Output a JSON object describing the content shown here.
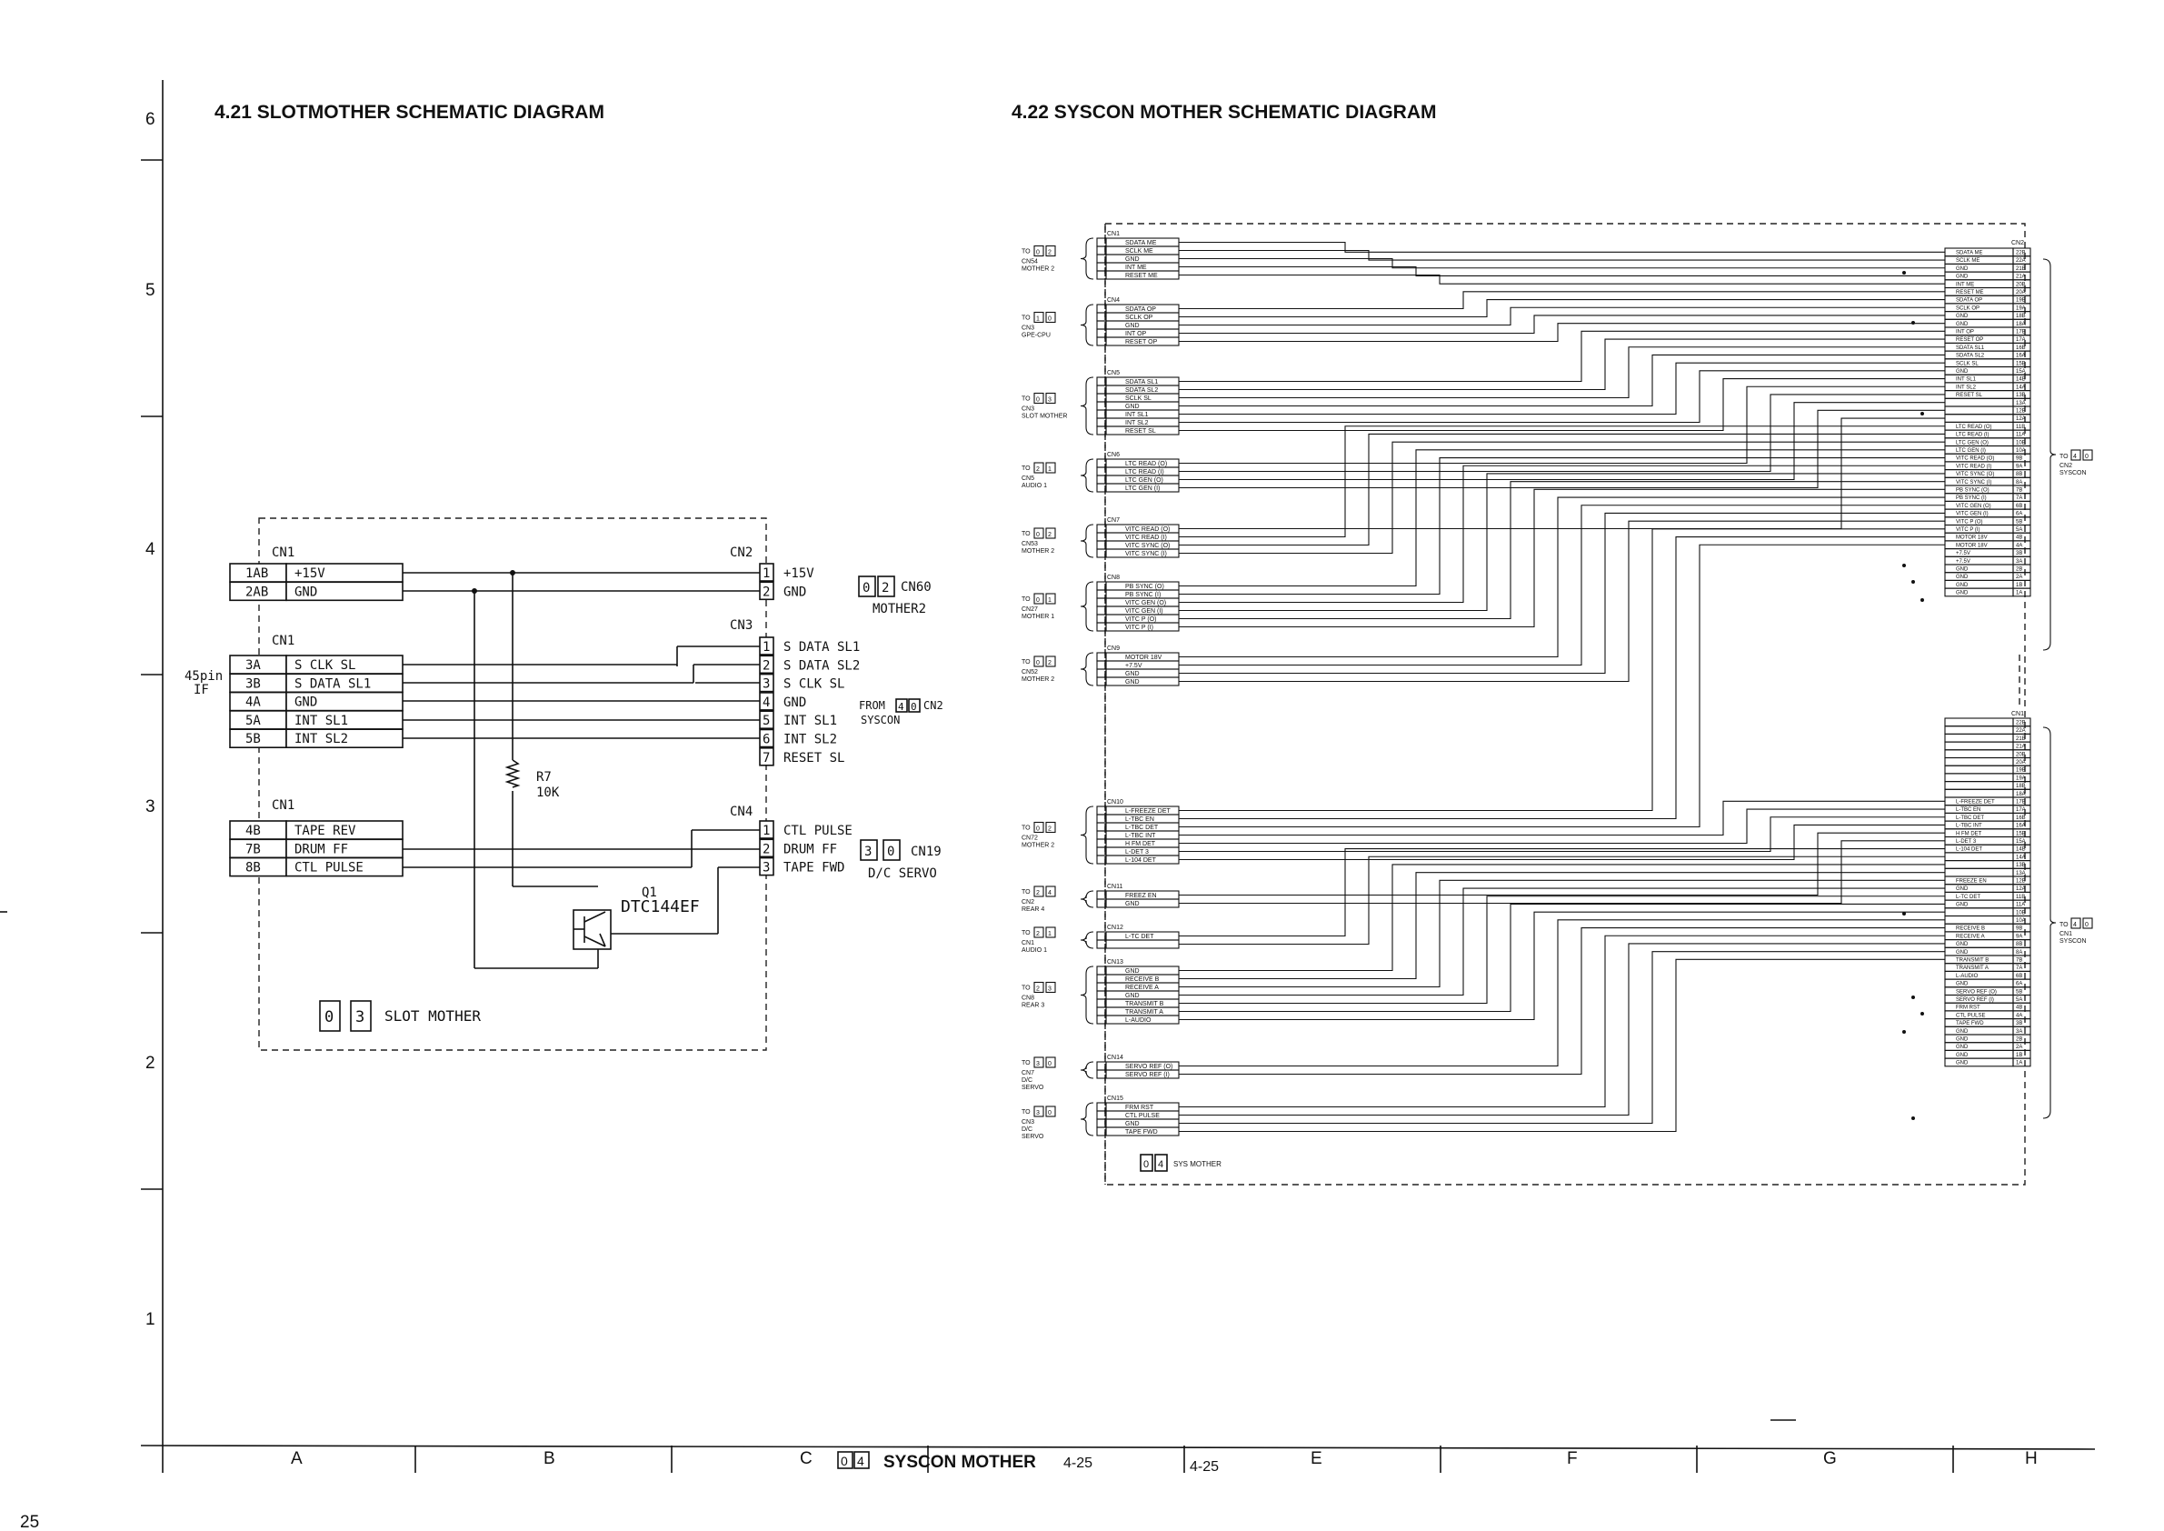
{
  "page": {
    "corner_page": "25",
    "left_title": "4.21  SLOTMOTHER SCHEMATIC DIAGRAM",
    "right_title": "4.22  SYSCON MOTHER SCHEMATIC DIAGRAM",
    "footer": {
      "board_digits": [
        "0",
        "4"
      ],
      "board_name": "SYSCON MOTHER",
      "page_left": "4-25",
      "page_right": "4-25"
    },
    "row_labels": [
      "6",
      "5",
      "4",
      "3",
      "2",
      "1"
    ],
    "col_labels": [
      "A",
      "B",
      "C",
      "D",
      "E",
      "F",
      "G",
      "H"
    ]
  },
  "slot": {
    "cn1_label": "CN1",
    "cn2_label": "CN2",
    "cn3_label": "CN3",
    "cn4_label": "CN4",
    "cn1_group1": [
      {
        "pin": "1AB",
        "sig": "+15V"
      },
      {
        "pin": "2AB",
        "sig": "GND"
      }
    ],
    "cn1_group2": [
      {
        "pin": "3A",
        "sig": "S CLK SL"
      },
      {
        "pin": "3B",
        "sig": "S DATA SL1"
      },
      {
        "pin": "4A",
        "sig": "GND"
      },
      {
        "pin": "5A",
        "sig": "INT SL1"
      },
      {
        "pin": "5B",
        "sig": "INT SL2"
      }
    ],
    "cn1_group3": [
      {
        "pin": "4B",
        "sig": "TAPE REV"
      },
      {
        "pin": "7B",
        "sig": "DRUM FF"
      },
      {
        "pin": "8B",
        "sig": "CTL PULSE"
      }
    ],
    "cn2_pins": [
      {
        "pin": "1",
        "sig": "+15V"
      },
      {
        "pin": "2",
        "sig": "GND"
      }
    ],
    "cn3_pins": [
      {
        "pin": "1",
        "sig": "S DATA SL1"
      },
      {
        "pin": "2",
        "sig": "S DATA SL2"
      },
      {
        "pin": "3",
        "sig": "S CLK SL"
      },
      {
        "pin": "4",
        "sig": "GND"
      },
      {
        "pin": "5",
        "sig": "INT SL1"
      },
      {
        "pin": "6",
        "sig": "INT SL2"
      },
      {
        "pin": "7",
        "sig": "RESET SL"
      }
    ],
    "cn4_pins": [
      {
        "pin": "1",
        "sig": "CTL PULSE"
      },
      {
        "pin": "2",
        "sig": "DRUM FF"
      },
      {
        "pin": "3",
        "sig": "TAPE FWD"
      }
    ],
    "connector_45pin": [
      "45pin",
      "IF"
    ],
    "resistor": {
      "ref": "R7",
      "value": "10K"
    },
    "transistor": {
      "ref": "Q1",
      "part": "DTC144EF"
    },
    "mother2": {
      "digits": [
        "0",
        "2"
      ],
      "cn": "CN60",
      "name": "MOTHER2"
    },
    "from_syscon": {
      "prefix": "FROM",
      "digits": [
        "4",
        "0"
      ],
      "cn": "CN2",
      "name": "SYSCON"
    },
    "dc_servo": {
      "digits": [
        "3",
        "0"
      ],
      "cn": "CN19",
      "name": "D/C SERVO"
    },
    "board": {
      "digits": [
        "0",
        "3"
      ],
      "name": "SLOT MOTHER"
    }
  },
  "syscon": {
    "board_digits": [
      "0",
      "4"
    ],
    "board_name": "SYS MOTHER",
    "cn1_label": "CN1",
    "cn2_label": "CN2",
    "groups": [
      {
        "cn": "CN1",
        "to": [
          "0",
          "2"
        ],
        "dest": [
          "CN54",
          "MOTHER 2"
        ],
        "pins": [
          "SDATA ME",
          "SCLK ME",
          "GND",
          "INT ME",
          "RESET ME"
        ]
      },
      {
        "cn": "CN4",
        "to": [
          "1",
          "0"
        ],
        "dest": [
          "CN3",
          "GPE-CPU"
        ],
        "pins": [
          "SDATA OP",
          "SCLK OP",
          "GND",
          "INT OP",
          "RESET OP"
        ]
      },
      {
        "cn": "CN5",
        "to": [
          "0",
          "3"
        ],
        "dest": [
          "CN3",
          "SLOT MOTHER"
        ],
        "pins": [
          "SDATA SL1",
          "SDATA SL2",
          "SCLK SL",
          "GND",
          "INT SL1",
          "INT SL2",
          "RESET SL"
        ]
      },
      {
        "cn": "CN6",
        "to": [
          "2",
          "1"
        ],
        "dest": [
          "CN5",
          "AUDIO 1"
        ],
        "pins": [
          "LTC READ (O)",
          "LTC READ (I)",
          "LTC GEN (O)",
          "LTC GEN (I)"
        ]
      },
      {
        "cn": "CN7",
        "to": [
          "0",
          "2"
        ],
        "dest": [
          "CN53",
          "MOTHER 2"
        ],
        "pins": [
          "VITC READ (O)",
          "VITC READ (I)",
          "VITC SYNC (O)",
          "VITC SYNC (I)"
        ]
      },
      {
        "cn": "CN8",
        "to": [
          "0",
          "1"
        ],
        "dest": [
          "CN27",
          "MOTHER 1"
        ],
        "pins": [
          "PB SYNC (O)",
          "PB SYNC (I)",
          "VITC GEN (O)",
          "VITC GEN (I)",
          "VITC P (O)",
          "VITC P (I)"
        ]
      },
      {
        "cn": "CN9",
        "to": [
          "0",
          "2"
        ],
        "dest": [
          "CN52",
          "MOTHER 2"
        ],
        "pins": [
          "MOTOR 18V",
          "+7.5V",
          "GND",
          "GND"
        ]
      },
      {
        "cn": "CN10",
        "to": [
          "0",
          "2"
        ],
        "dest": [
          "CN72",
          "MOTHER 2"
        ],
        "pins": [
          "L-FREEZE DET",
          "L-TBC EN",
          "L-TBC DET",
          "L-TBC INT",
          "H FM DET",
          "L-DET 3",
          "L-104 DET"
        ]
      },
      {
        "cn": "CN11",
        "to": [
          "2",
          "4"
        ],
        "dest": [
          "CN2",
          "REAR 4"
        ],
        "pins": [
          "FREEZ EN",
          "GND"
        ]
      },
      {
        "cn": "CN12",
        "to": [
          "2",
          "1"
        ],
        "dest": [
          "CN1",
          "AUDIO 1"
        ],
        "pins": [
          "L-TC DET",
          ""
        ]
      },
      {
        "cn": "CN13",
        "to": [
          "2",
          "3"
        ],
        "dest": [
          "CN8",
          "REAR 3"
        ],
        "pins": [
          "GND",
          "RECEIVE B",
          "RECEIVE A",
          "GND",
          "TRANSMIT B",
          "TRANSMIT A",
          "L-AUDIO"
        ]
      },
      {
        "cn": "CN14",
        "to": [
          "3",
          "0"
        ],
        "dest": [
          "CN7",
          "D/C",
          "SERVO"
        ],
        "pins": [
          "SERVO REF (O)",
          "SERVO REF (I)"
        ]
      },
      {
        "cn": "CN15",
        "to": [
          "3",
          "0"
        ],
        "dest": [
          "CN3",
          "D/C",
          "SERVO"
        ],
        "pins": [
          "FRM RST",
          "CTL PULSE",
          "GND",
          "TAPE FWD"
        ]
      }
    ],
    "cn2_top": [
      {
        "sig": "SDATA ME",
        "pin": "22B"
      },
      {
        "sig": "SCLK ME",
        "pin": "22A"
      },
      {
        "sig": "GND",
        "pin": "21B"
      },
      {
        "sig": "GND",
        "pin": "21A"
      },
      {
        "sig": "INT ME",
        "pin": "20B"
      },
      {
        "sig": "RESET ME",
        "pin": "20A"
      },
      {
        "sig": "SDATA OP",
        "pin": "19B"
      },
      {
        "sig": "SCLK OP",
        "pin": "19A"
      },
      {
        "sig": "GND",
        "pin": "18B"
      },
      {
        "sig": "GND",
        "pin": "18A"
      },
      {
        "sig": "INT OP",
        "pin": "17B"
      },
      {
        "sig": "RESET OP",
        "pin": "17A"
      },
      {
        "sig": "SDATA SL1",
        "pin": "16B"
      },
      {
        "sig": "SDATA SL2",
        "pin": "16A"
      },
      {
        "sig": "SCLK SL",
        "pin": "15B"
      },
      {
        "sig": "GND",
        "pin": "15A"
      },
      {
        "sig": "INT SL1",
        "pin": "14B"
      },
      {
        "sig": "INT SL2",
        "pin": "14A"
      },
      {
        "sig": "RESET SL",
        "pin": "13B"
      },
      {
        "sig": "",
        "pin": "13A"
      },
      {
        "sig": "",
        "pin": "12B"
      },
      {
        "sig": "",
        "pin": "12A"
      },
      {
        "sig": "LTC READ (O)",
        "pin": "11B"
      },
      {
        "sig": "LTC READ (I)",
        "pin": "11A"
      },
      {
        "sig": "LTC GEN (O)",
        "pin": "10B"
      },
      {
        "sig": "LTC GEN (I)",
        "pin": "10A"
      },
      {
        "sig": "VITC READ (O)",
        "pin": "9B"
      },
      {
        "sig": "VITC READ (I)",
        "pin": "9A"
      },
      {
        "sig": "VITC SYNC (O)",
        "pin": "8B"
      },
      {
        "sig": "VITC SYNC (I)",
        "pin": "8A"
      },
      {
        "sig": "PB SYNC (O)",
        "pin": "7B"
      },
      {
        "sig": "PB SYNC (I)",
        "pin": "7A"
      },
      {
        "sig": "VITC GEN (O)",
        "pin": "6B"
      },
      {
        "sig": "VITC GEN (I)",
        "pin": "6A"
      },
      {
        "sig": "VITC P (O)",
        "pin": "5B"
      },
      {
        "sig": "VITC P (I)",
        "pin": "5A"
      },
      {
        "sig": "MOTOR 18V",
        "pin": "4B"
      },
      {
        "sig": "MOTOR 18V",
        "pin": "4A"
      },
      {
        "sig": "+7.5V",
        "pin": "3B"
      },
      {
        "sig": "+7.5V",
        "pin": "3A"
      },
      {
        "sig": "GND",
        "pin": "2B"
      },
      {
        "sig": "GND",
        "pin": "2A"
      },
      {
        "sig": "GND",
        "pin": "1B"
      },
      {
        "sig": "GND",
        "pin": "1A"
      }
    ],
    "cn1_bottom": [
      {
        "sig": "",
        "pin": "22B"
      },
      {
        "sig": "",
        "pin": "22A"
      },
      {
        "sig": "",
        "pin": "21B"
      },
      {
        "sig": "",
        "pin": "21A"
      },
      {
        "sig": "",
        "pin": "20B"
      },
      {
        "sig": "",
        "pin": "20A"
      },
      {
        "sig": "",
        "pin": "19B"
      },
      {
        "sig": "",
        "pin": "19A"
      },
      {
        "sig": "",
        "pin": "18B"
      },
      {
        "sig": "",
        "pin": "18A"
      },
      {
        "sig": "L-FREEZE DET",
        "pin": "17B"
      },
      {
        "sig": "L-TBC EN",
        "pin": "17A"
      },
      {
        "sig": "L-TBC DET",
        "pin": "16B"
      },
      {
        "sig": "L-TBC INT",
        "pin": "16A"
      },
      {
        "sig": "H FM DET",
        "pin": "15B"
      },
      {
        "sig": "L-DET 3",
        "pin": "15A"
      },
      {
        "sig": "L-104 DET",
        "pin": "14B"
      },
      {
        "sig": "",
        "pin": "14A"
      },
      {
        "sig": "",
        "pin": "13B"
      },
      {
        "sig": "",
        "pin": "13A"
      },
      {
        "sig": "FREEZE EN",
        "pin": "12B"
      },
      {
        "sig": "GND",
        "pin": "12A"
      },
      {
        "sig": "L-TC DET",
        "pin": "11B"
      },
      {
        "sig": "GND",
        "pin": "11A"
      },
      {
        "sig": "",
        "pin": "10B"
      },
      {
        "sig": "",
        "pin": "10A"
      },
      {
        "sig": "RECEIVE B",
        "pin": "9B"
      },
      {
        "sig": "RECEIVE A",
        "pin": "9A"
      },
      {
        "sig": "GND",
        "pin": "8B"
      },
      {
        "sig": "GND",
        "pin": "8A"
      },
      {
        "sig": "TRANSMIT B",
        "pin": "7B"
      },
      {
        "sig": "TRANSMIT A",
        "pin": "7A"
      },
      {
        "sig": "L-AUDIO",
        "pin": "6B"
      },
      {
        "sig": "GND",
        "pin": "6A"
      },
      {
        "sig": "SERVO REF (O)",
        "pin": "5B"
      },
      {
        "sig": "SERVO REF (I)",
        "pin": "5A"
      },
      {
        "sig": "FRM RST",
        "pin": "4B"
      },
      {
        "sig": "CTL PULSE",
        "pin": "4A"
      },
      {
        "sig": "TAPE FWD",
        "pin": "3B"
      },
      {
        "sig": "GND",
        "pin": "3A"
      },
      {
        "sig": "GND",
        "pin": "2B"
      },
      {
        "sig": "GND",
        "pin": "2A"
      },
      {
        "sig": "GND",
        "pin": "1B"
      },
      {
        "sig": "GND",
        "pin": "1A"
      }
    ],
    "right_refs": [
      {
        "to": [
          "4",
          "0"
        ],
        "dest": [
          "CN2",
          "SYSCON"
        ]
      },
      {
        "to": [
          "4",
          "0"
        ],
        "dest": [
          "CN1",
          "SYSCON"
        ]
      }
    ]
  }
}
